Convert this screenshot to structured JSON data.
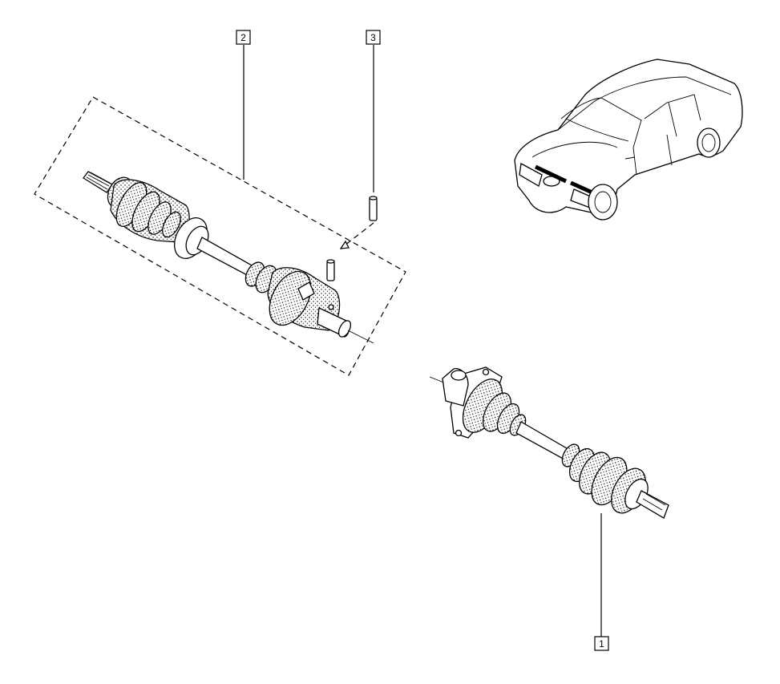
{
  "callouts": {
    "one": "1",
    "two": "2",
    "three": "3"
  },
  "icons": {
    "car": "car-location-icon",
    "left_shaft": "driveshaft-assembly-left",
    "right_shaft": "driveshaft-assembly-right",
    "pin": "roll-pin"
  }
}
